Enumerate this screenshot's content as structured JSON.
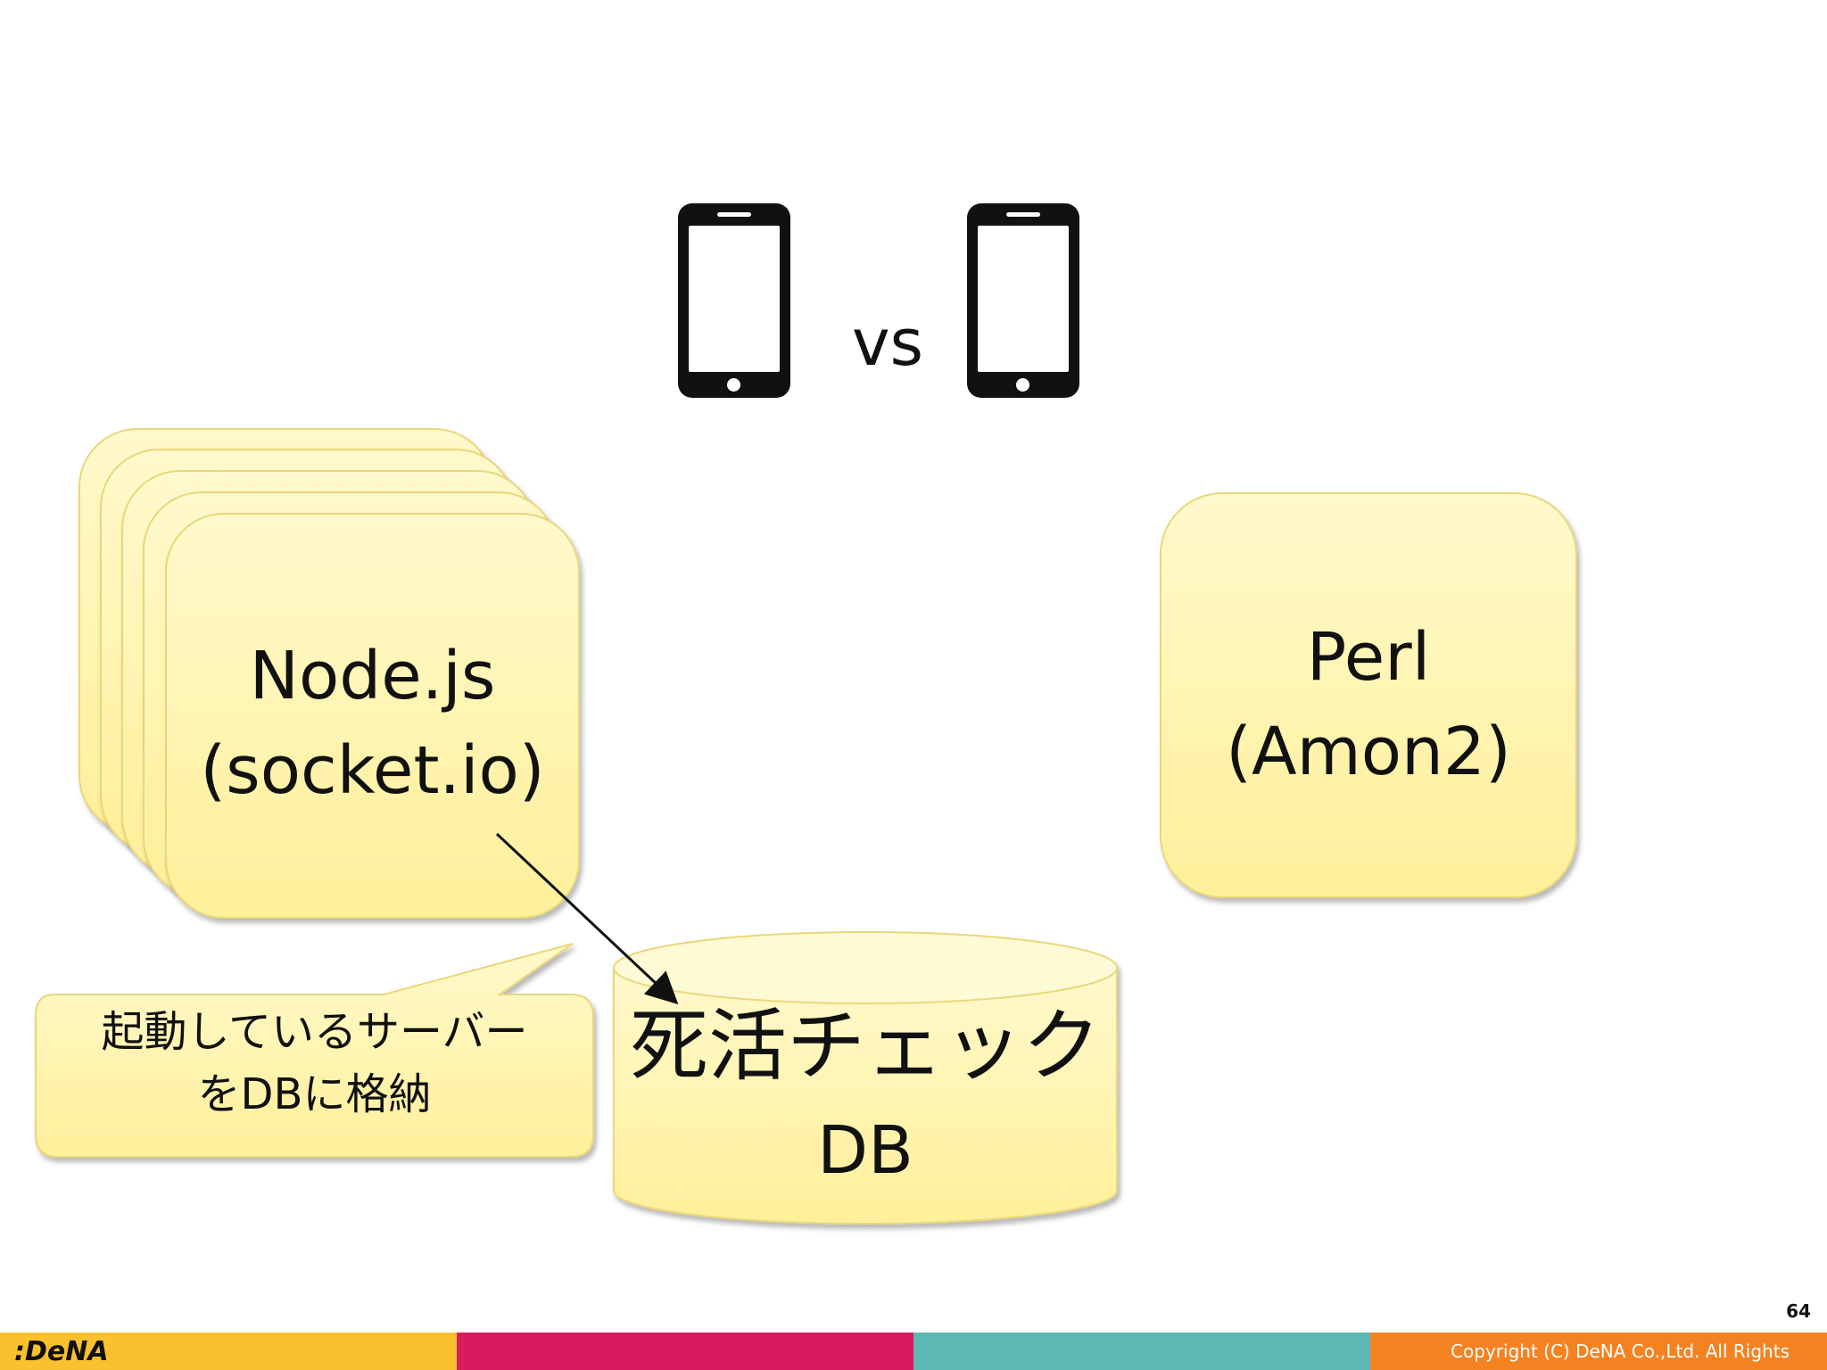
{
  "vs_label": "vs",
  "node_box": {
    "line1": "Node.js",
    "line2": "(socket.io)"
  },
  "perl_box": {
    "line1": "Perl",
    "line2": "(Amon2)"
  },
  "db": {
    "title": "死活チェック",
    "label": "DB"
  },
  "callout": {
    "line1": "起動しているサーバー",
    "line2": "をDBに格納"
  },
  "footer": {
    "logo": ":DeNA",
    "copyright": "Copyright (C) DeNA Co.,Ltd. All Rights Reserved.",
    "page_number": "64",
    "colors": [
      "#fbc02d",
      "#d81b60",
      "#5cb8b2",
      "#f58220"
    ]
  },
  "colors": {
    "box_fill_top": "#fff9cc",
    "box_fill_bottom": "#fff09a",
    "box_border": "#e9d77a"
  }
}
